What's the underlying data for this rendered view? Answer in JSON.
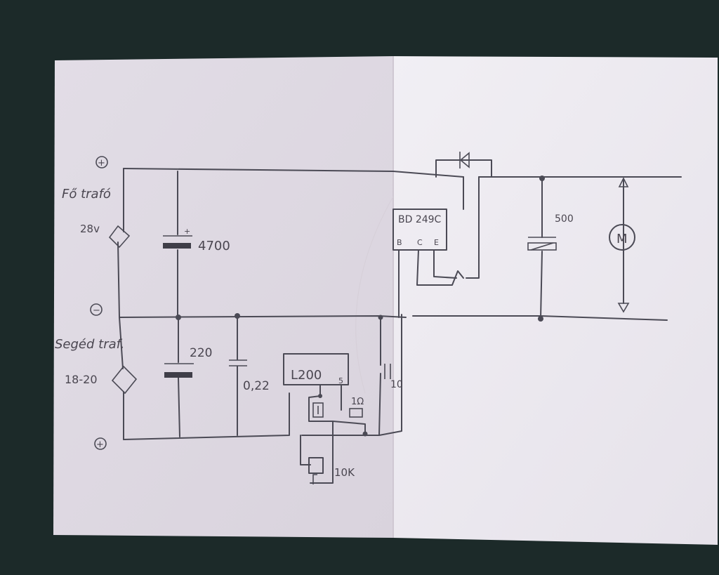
{
  "labels": {
    "plus_top": "+",
    "minus_mid": "−",
    "plus_bottom": "+",
    "fo_trafo": "Fő trafó",
    "v28": "28v",
    "seged_trafo": "Segéd traf.",
    "v18_20": "18-20",
    "c4700": "4700",
    "c220": "220",
    "c022": "0,22",
    "reg": "L200",
    "reg_pin5": "5",
    "c10": "10",
    "r1ohm": "1Ω",
    "pot10k": "10K",
    "transistor": "BD 249C",
    "pin_b": "B",
    "pin_c": "C",
    "pin_e": "E",
    "c500": "500",
    "motor": "M"
  },
  "colors": {
    "paper": "#ece8ee",
    "ink": "#4b4a55",
    "background": "#1c2a29"
  }
}
